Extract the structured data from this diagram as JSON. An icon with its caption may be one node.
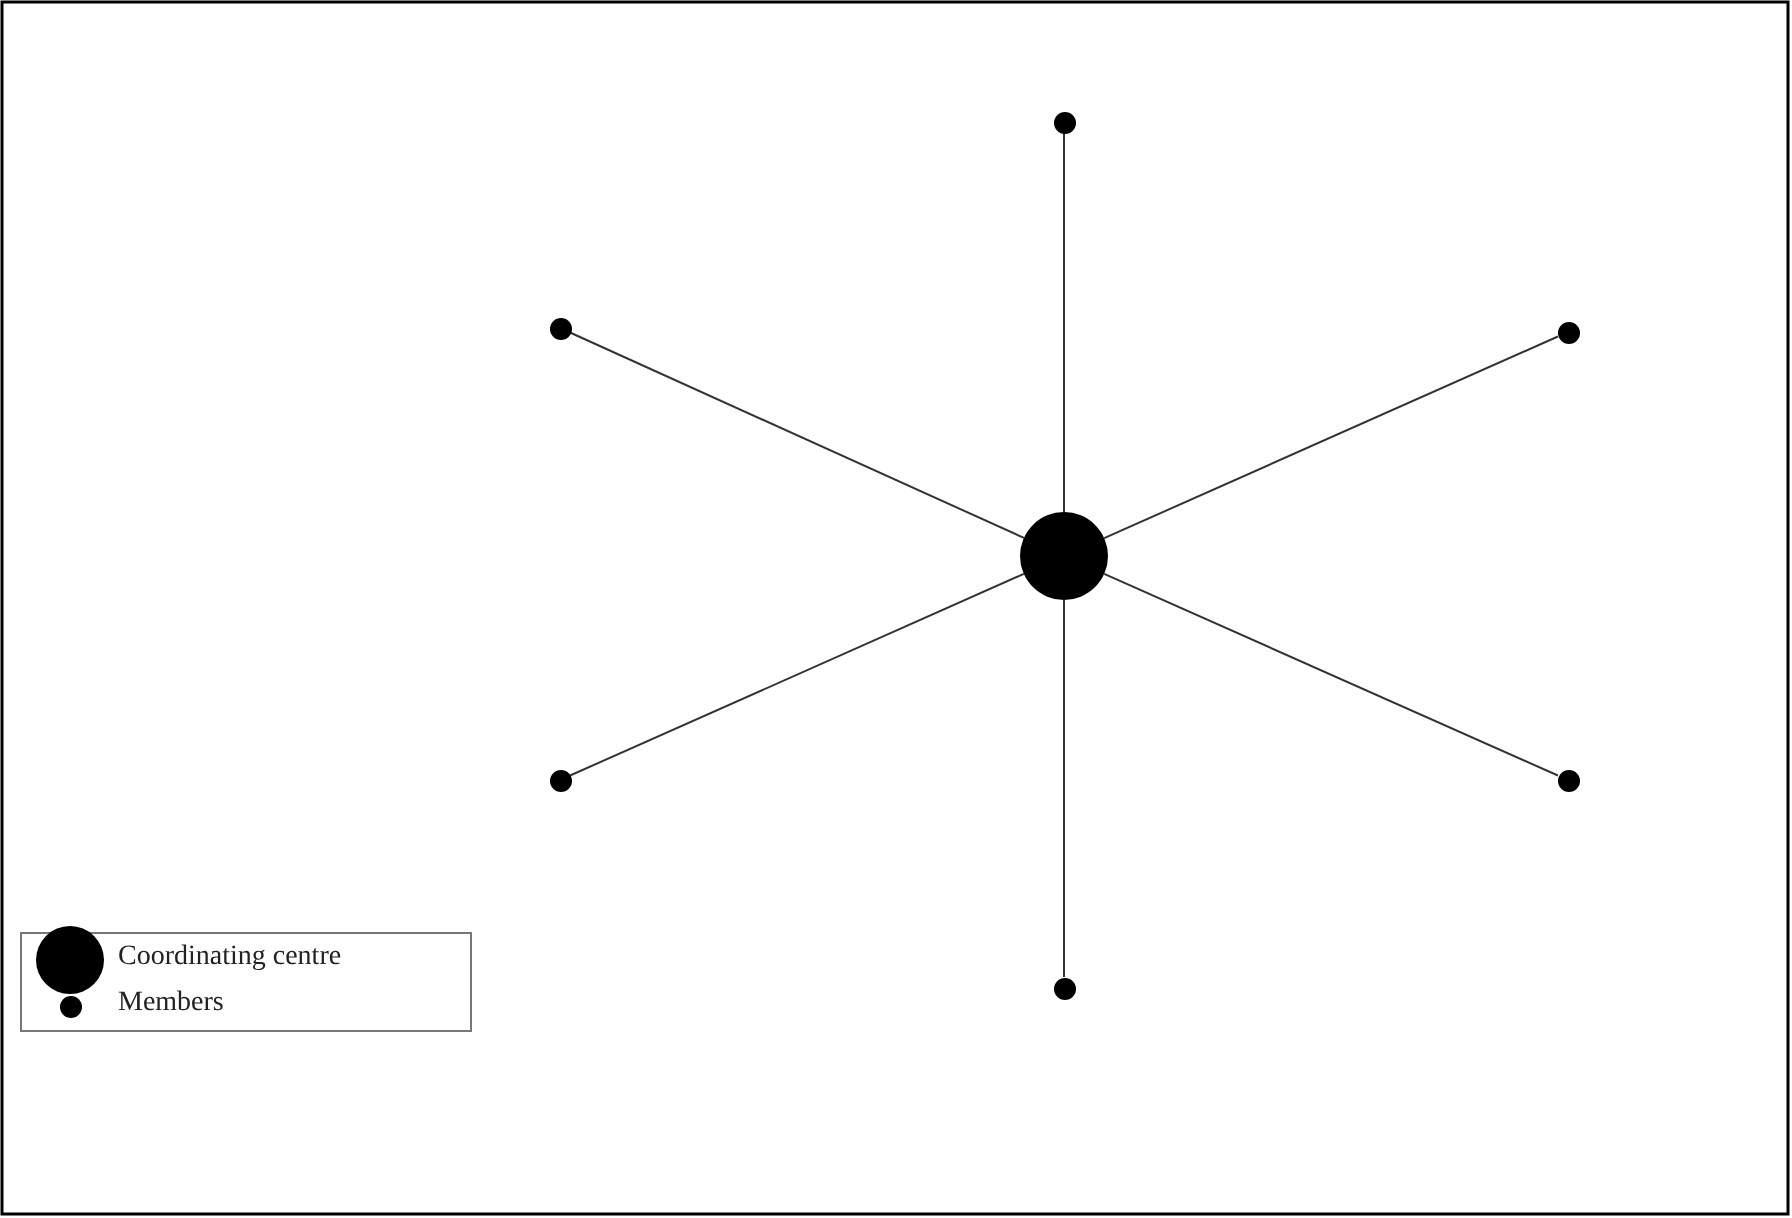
{
  "diagram": {
    "nodes": [
      {
        "text": [],
        "shape": "circle"
      },
      {
        "text": [],
        "shape": "circle"
      },
      {
        "text": [],
        "shape": "circle"
      },
      {
        "text": [],
        "shape": "circle"
      },
      {
        "text": [],
        "shape": "circle"
      },
      {
        "text": [],
        "shape": "circle"
      },
      {
        "text": [],
        "shape": "circle"
      }
    ],
    "edges": [
      {
        "from": 3,
        "to": 0,
        "arrow": "none"
      },
      {
        "from": 3,
        "to": 1,
        "arrow": "none"
      },
      {
        "from": 3,
        "to": 2,
        "arrow": "none"
      },
      {
        "from": 3,
        "to": 4,
        "arrow": "none"
      },
      {
        "from": 3,
        "to": 5,
        "arrow": "none"
      },
      {
        "from": 3,
        "to": 6,
        "arrow": "none"
      }
    ],
    "legend": [
      {
        "text": "Coordinating centre"
      },
      {
        "text": "Members"
      }
    ]
  }
}
